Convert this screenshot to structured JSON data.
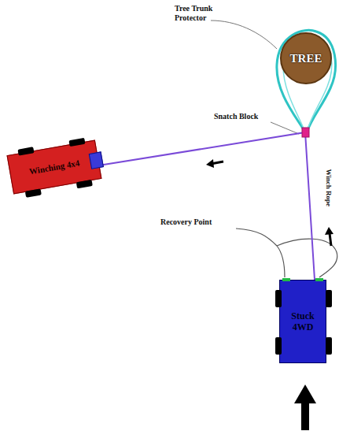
{
  "diagram": {
    "nodes": [
      {
        "text": [
          "TREE"
        ]
      },
      {
        "text": [
          "Winching 4x4"
        ]
      },
      {
        "text": [
          "Stuck 4WD"
        ]
      }
    ],
    "edges": [
      {
        "from": 2,
        "to": 1,
        "arrow": "none",
        "label": "Winch Rope"
      }
    ],
    "labels": [
      "Tree Trunk Protector",
      "Snatch Block",
      "Recovery Point"
    ]
  }
}
